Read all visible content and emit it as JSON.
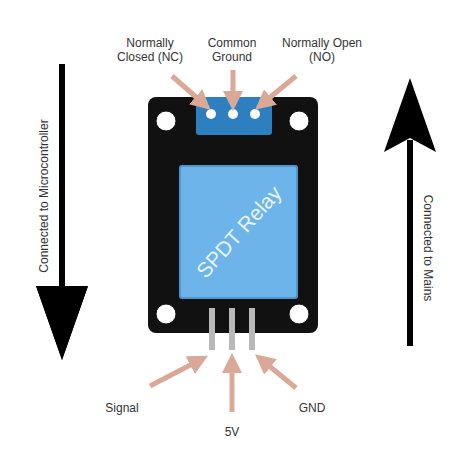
{
  "diagram": {
    "nodes": [
      {
        "text": [
          "SPDT Relay"
        ]
      }
    ],
    "labels": [
      "Normally Closed (NC)",
      "Common Ground",
      "Normally Open (NO)",
      "Connected to Microcontroller",
      "Connected to Mains",
      "Signal",
      "5V",
      "GND"
    ]
  }
}
